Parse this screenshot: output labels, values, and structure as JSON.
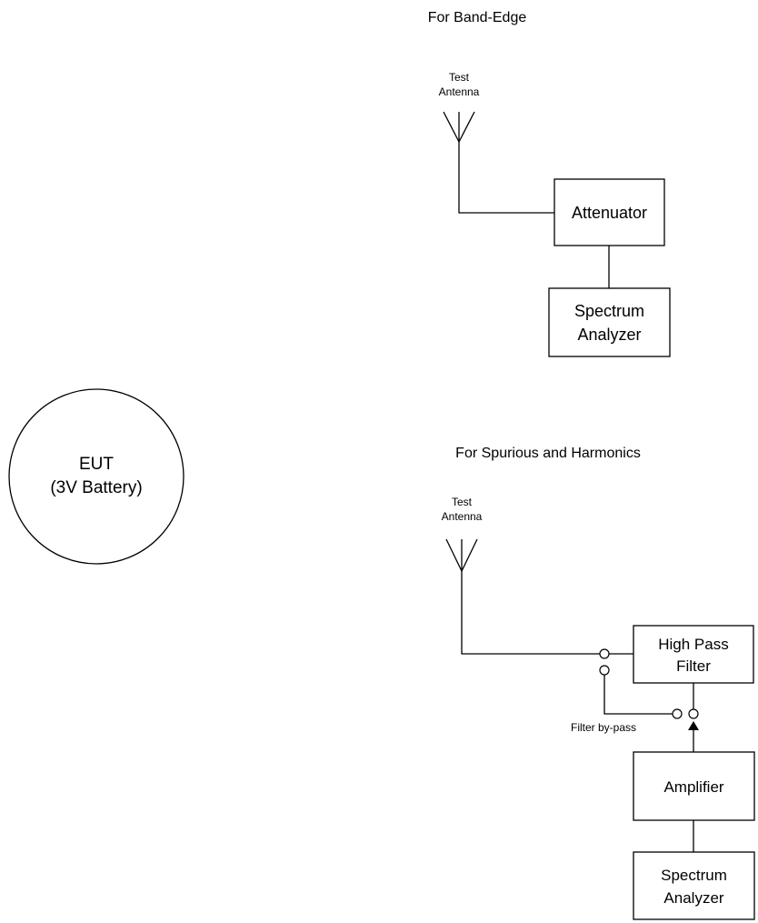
{
  "section_band_edge": {
    "title": "For Band-Edge",
    "antenna_label": [
      "Test",
      "Antenna"
    ],
    "attenuator_label": "Attenuator",
    "analyzer_label": [
      "Spectrum",
      "Analyzer"
    ]
  },
  "eut": {
    "label": [
      "EUT",
      "(3V Battery)"
    ]
  },
  "section_spurious": {
    "title": "For Spurious and Harmonics",
    "antenna_label": [
      "Test",
      "Antenna"
    ],
    "filter_label": [
      "High Pass",
      "Filter"
    ],
    "bypass_label": "Filter by-pass",
    "amplifier_label": "Amplifier",
    "analyzer_label": [
      "Spectrum",
      "Analyzer"
    ]
  }
}
